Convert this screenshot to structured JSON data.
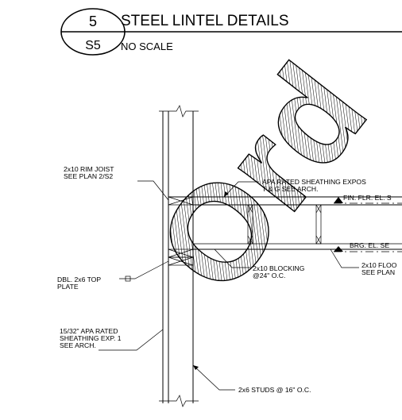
{
  "title_block": {
    "detail_number": "5",
    "sheet_number": "S5",
    "title": "STEEL LINTEL DETAILS",
    "scale": "NO SCALE"
  },
  "notes": {
    "rim_joist": [
      "2x10 RIM JOIST",
      "SEE PLAN 2/S2"
    ],
    "apa_sheathing": [
      "APA RATED SHEATHING EXPOS",
      "T & G SEE ARCH."
    ],
    "fin_flr": "FIN. FLR. EL. S",
    "brg_el": "BRG. EL. SE",
    "blocking": [
      "2x10 BLOCKING",
      "@24\" O.C."
    ],
    "floor_joist": [
      "2x10 FLOO",
      "SEE PLAN"
    ],
    "top_plate": [
      "DBL. 2x6 TOP",
      "PLATE"
    ],
    "wall_sheathing": [
      "15/32\" APA RATED",
      "SHEATHING EXP. 1",
      "SEE ARCH."
    ],
    "studs": "2x6 STUDS @ 16\" O.C."
  },
  "watermark": {
    "text": "Ord",
    "color": "#000000"
  }
}
